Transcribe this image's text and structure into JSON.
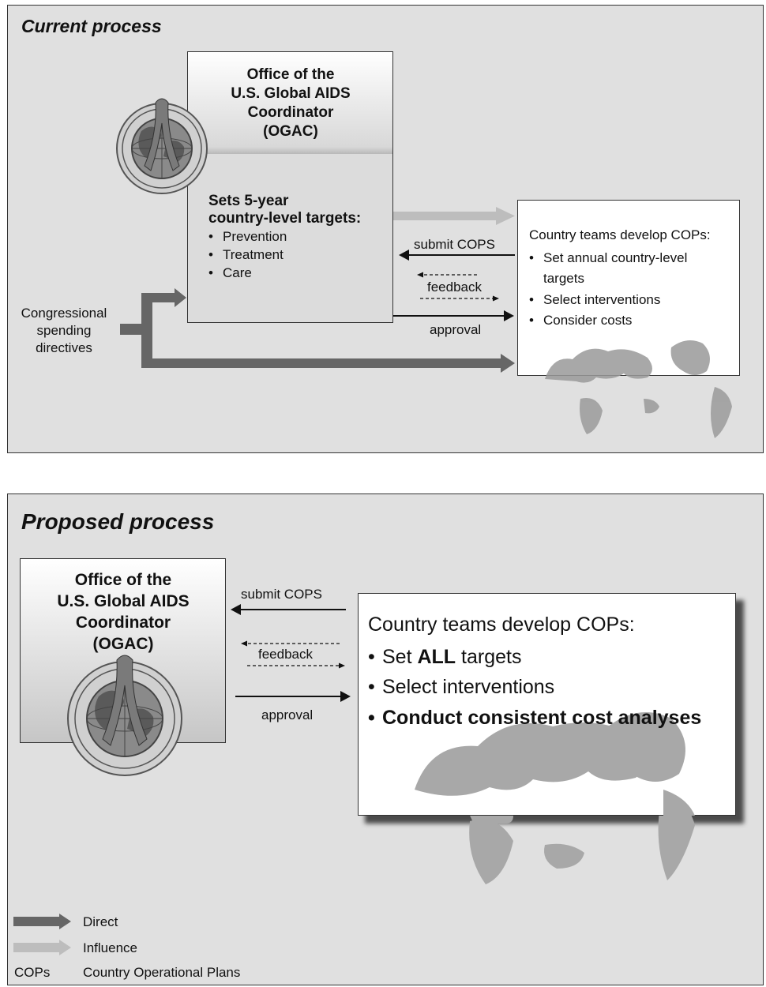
{
  "colors": {
    "direct": "#666666",
    "influence": "#bdbdbd",
    "panel_bg": "#e0e0e0",
    "box_bg": "#ffffff"
  },
  "current": {
    "title": "Current process",
    "ogac": {
      "title_lines": [
        "Office of the",
        "U.S. Global AIDS",
        "Coordinator",
        "(OGAC)"
      ],
      "targets_heading_lines": [
        "Sets 5-year",
        "country-level targets:"
      ],
      "targets": [
        "Prevention",
        "Treatment",
        "Care"
      ]
    },
    "congress_lines": [
      "Congressional",
      "spending",
      "directives"
    ],
    "arrows": {
      "submit": "submit COPS",
      "feedback": "feedback",
      "approval": "approval"
    },
    "country": {
      "heading": "Country teams develop COPs:",
      "items": [
        "Set annual country-level targets",
        "Select interventions",
        "Consider costs"
      ]
    }
  },
  "proposed": {
    "title": "Proposed process",
    "ogac_title_lines": [
      "Office of the",
      "U.S. Global AIDS",
      "Coordinator",
      "(OGAC)"
    ],
    "arrows": {
      "submit": "submit COPS",
      "feedback": "feedback",
      "approval": "approval"
    },
    "country": {
      "heading": "Country teams develop COPs:",
      "item1_pre": "Set ",
      "item1_bold": "ALL",
      "item1_post": " targets",
      "item2": "Select interventions",
      "item3": "Conduct consistent cost analyses"
    }
  },
  "legend": {
    "direct": "Direct",
    "influence": "Influence",
    "abbr": "COPs",
    "abbr_def": "Country Operational Plans"
  }
}
